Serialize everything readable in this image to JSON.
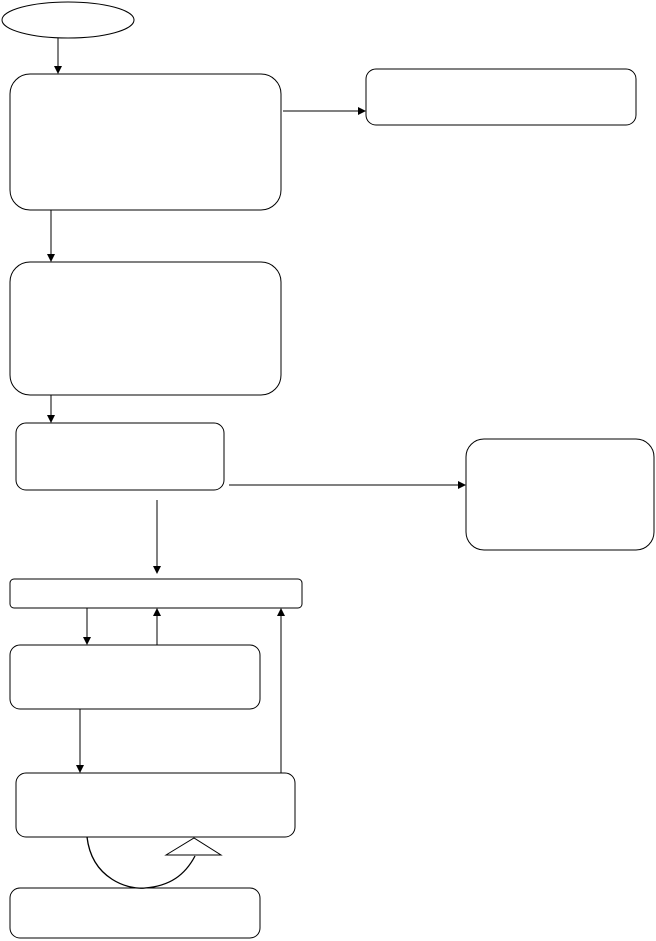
{
  "diagram": {
    "stroke_color": "#000000",
    "background_color": "#ffffff",
    "nodes": [
      {
        "id": "start",
        "shape": "ellipse",
        "label": ""
      },
      {
        "id": "box-1",
        "shape": "rounded-rect",
        "label": ""
      },
      {
        "id": "box-2",
        "shape": "rounded-rect",
        "label": ""
      },
      {
        "id": "box-3",
        "shape": "rounded-rect",
        "label": ""
      },
      {
        "id": "box-4",
        "shape": "rounded-rect",
        "label": ""
      },
      {
        "id": "box-5",
        "shape": "rect",
        "label": ""
      },
      {
        "id": "box-6",
        "shape": "rounded-rect",
        "label": ""
      },
      {
        "id": "box-7",
        "shape": "rounded-rect",
        "label": ""
      },
      {
        "id": "box-8",
        "shape": "rounded-rect",
        "label": ""
      },
      {
        "id": "box-9",
        "shape": "rounded-rect",
        "label": ""
      }
    ],
    "edges": [
      {
        "from": "start",
        "to": "box-1"
      },
      {
        "from": "box-1",
        "to": "box-2"
      },
      {
        "from": "box-1",
        "to": "box-3"
      },
      {
        "from": "box-3",
        "to": "box-4"
      },
      {
        "from": "box-4",
        "to": "box-5"
      },
      {
        "from": "box-4",
        "to": "box-6"
      },
      {
        "from": "box-6",
        "to": "box-7"
      },
      {
        "from": "box-7",
        "to": "box-6"
      },
      {
        "from": "box-7",
        "to": "box-8"
      },
      {
        "from": "box-8",
        "to": "box-6"
      },
      {
        "from": "box-8",
        "to": "box-9"
      }
    ]
  }
}
